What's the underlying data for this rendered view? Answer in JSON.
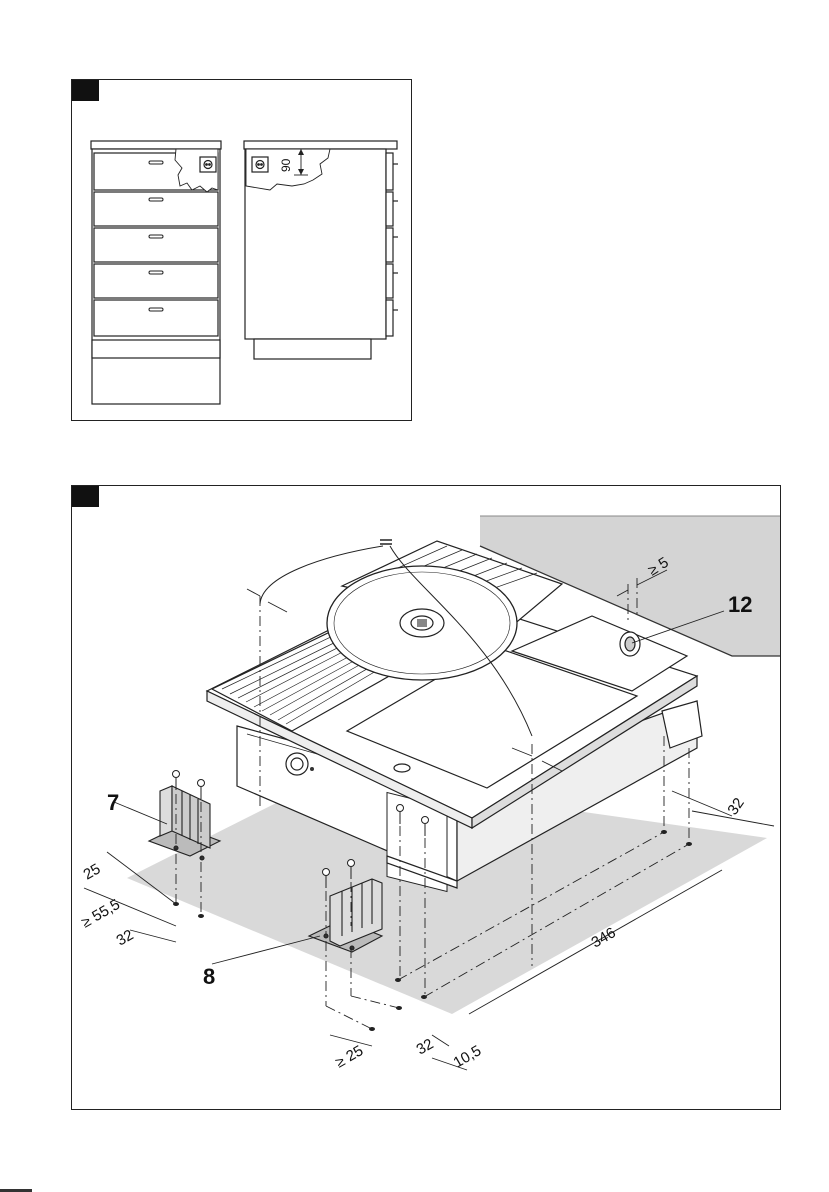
{
  "figure1": {
    "dim_label": "90"
  },
  "figure2": {
    "callouts": {
      "part7": "7",
      "part8": "8",
      "part12": "12"
    },
    "equal_mark": "=",
    "dims": {
      "ge5": "≥ 5",
      "d32_right": "32",
      "d346": "346",
      "d25_left": "25",
      "ge55_5": "≥ 55,5",
      "d32_left": "32",
      "ge25": "≥ 25",
      "d32_bottom": "32",
      "d10_5": "10,5"
    }
  },
  "colors": {
    "floor": "#d9d9d9",
    "wall": "#d4d4d4",
    "ink": "#111111"
  }
}
